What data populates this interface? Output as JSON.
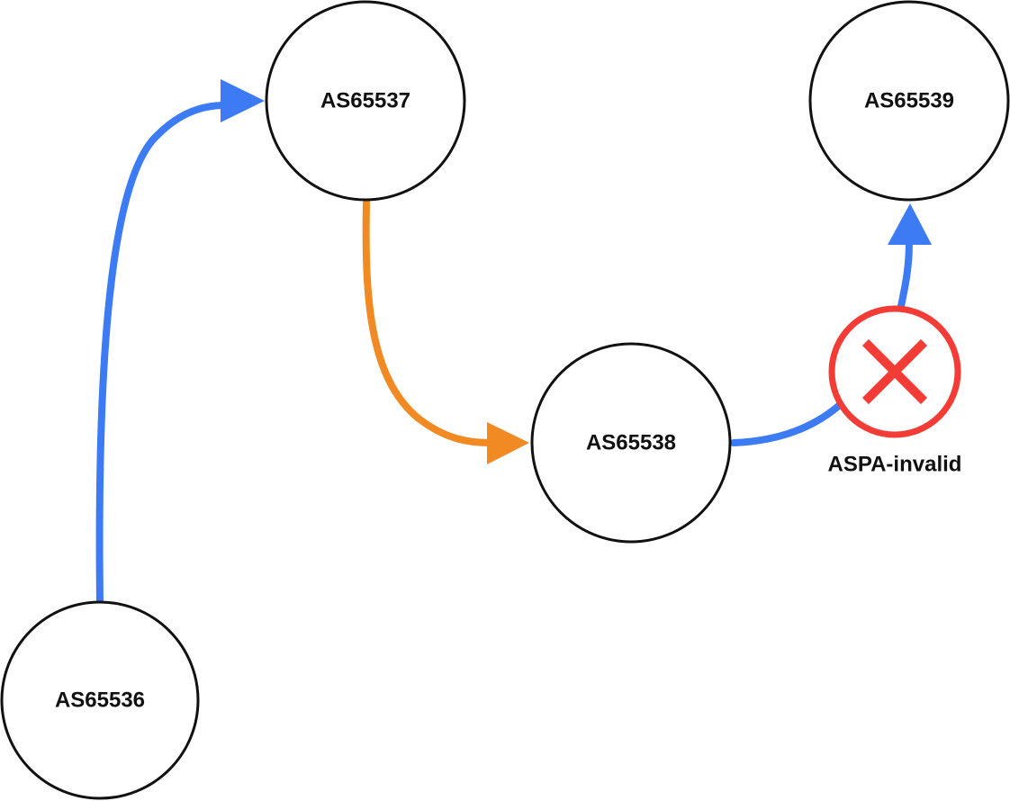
{
  "nodes": [
    {
      "id": "n1",
      "label": "AS65536"
    },
    {
      "id": "n2",
      "label": "AS65537"
    },
    {
      "id": "n3",
      "label": "AS65538"
    },
    {
      "id": "n4",
      "label": "AS65539"
    }
  ],
  "edges": [
    {
      "from": "n1",
      "to": "n2",
      "color": "#3d7bf5",
      "status": "valid"
    },
    {
      "from": "n2",
      "to": "n3",
      "color": "#f28a24",
      "status": "valid"
    },
    {
      "from": "n3",
      "to": "n4",
      "color": "#3d7bf5",
      "status": "invalid"
    }
  ],
  "invalid_marker": {
    "label": "ASPA-invalid",
    "icon": "cross-icon",
    "color": "#f23c35"
  },
  "colors": {
    "node_stroke": "#111111",
    "node_fill": "#ffffff",
    "blue": "#3d7bf5",
    "orange": "#f28a24",
    "red": "#f23c35"
  }
}
